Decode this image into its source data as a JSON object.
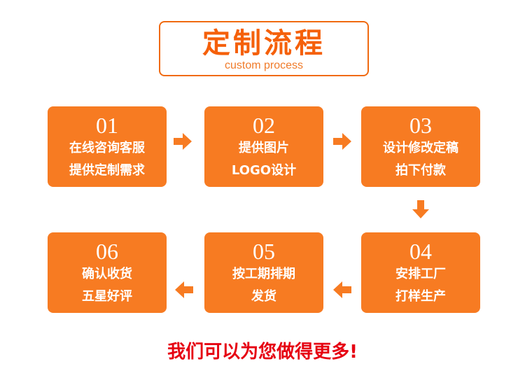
{
  "header": {
    "title": "定制流程",
    "subtitle": "custom process"
  },
  "steps": [
    {
      "num": "01",
      "line1": "在线咨询客服",
      "line2": "提供定制需求"
    },
    {
      "num": "02",
      "line1": "提供图片",
      "line2": "LOGO设计"
    },
    {
      "num": "03",
      "line1": "设计修改定稿",
      "line2": "拍下付款"
    },
    {
      "num": "04",
      "line1": "安排工厂",
      "line2": "打样生产"
    },
    {
      "num": "05",
      "line1": "按工期排期",
      "line2": "发货"
    },
    {
      "num": "06",
      "line1": "确认收货",
      "line2": "五星好评"
    }
  ],
  "footer": "我们可以为您做得更多!",
  "colors": {
    "accent": "#f77b22",
    "title": "#f5600a",
    "footer": "#e60012"
  }
}
